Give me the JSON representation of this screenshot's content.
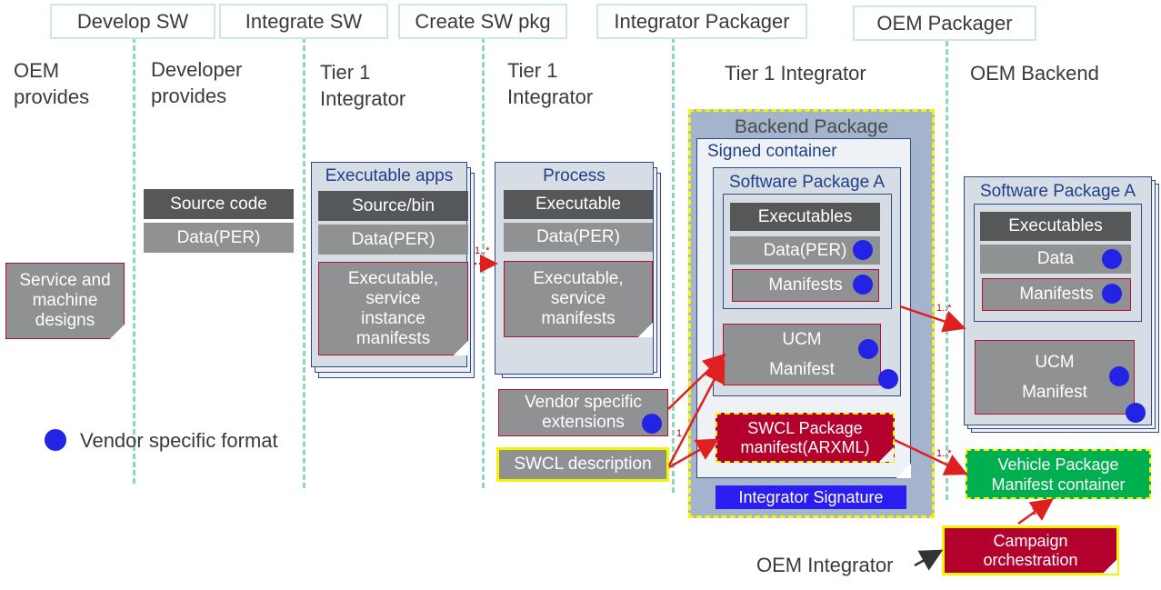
{
  "phases": [
    "Develop SW",
    "Integrate SW",
    "Create SW pkg",
    "Integrator Packager",
    "OEM Packager"
  ],
  "columns": {
    "oem": "OEM\nprovides",
    "developer": "Developer\nprovides",
    "tier1a": "Tier 1\nIntegrator",
    "tier1b": "Tier 1\nIntegrator",
    "tier1c": "Tier 1 Integrator",
    "backend": "OEM Backend"
  },
  "oem_provides": {
    "designs": "Service and\nmachine\ndesigns"
  },
  "developer": {
    "source": "Source code",
    "data": "Data(PER)"
  },
  "exec_apps": {
    "title": "Executable apps",
    "source": "Source/bin",
    "data": "Data(PER)",
    "manifests": "Executable,\nservice\ninstance\nmanifests"
  },
  "process": {
    "title": "Process",
    "executable": "Executable",
    "data": "Data(PER)",
    "manifests": "Executable,\nservice\nmanifests"
  },
  "vendor_ext": "Vendor specific\nextensions",
  "swcl_desc": "SWCL description",
  "backend_pkg": {
    "title": "Backend Package",
    "signed": "Signed container",
    "swpkg": "Software Package A",
    "executables": "Executables",
    "data": "Data(PER)",
    "manifests": "Manifests",
    "ucm": "UCM\nManifest",
    "swcl_pkg": "SWCL Package\nmanifest(ARXML)",
    "signature": "Integrator Signature"
  },
  "oem_backend": {
    "swpkg": "Software Package A",
    "executables": "Executables",
    "data": "Data",
    "manifests": "Manifests",
    "ucm": "UCM\nManifest"
  },
  "vehicle_pkg": "Vehicle Package\nManifest container",
  "campaign": "Campaign\norchestration",
  "oem_integrator": "OEM Integrator",
  "legend": "Vendor specific format",
  "mult": {
    "one_many": "1..*",
    "one": "1"
  },
  "colors": {
    "dashed": "#8fd6bf",
    "doc_border": "#2e4a86",
    "red": "#e02020",
    "swcl": "#b3002d",
    "green": "#00b050",
    "dot": "#2323e6"
  }
}
